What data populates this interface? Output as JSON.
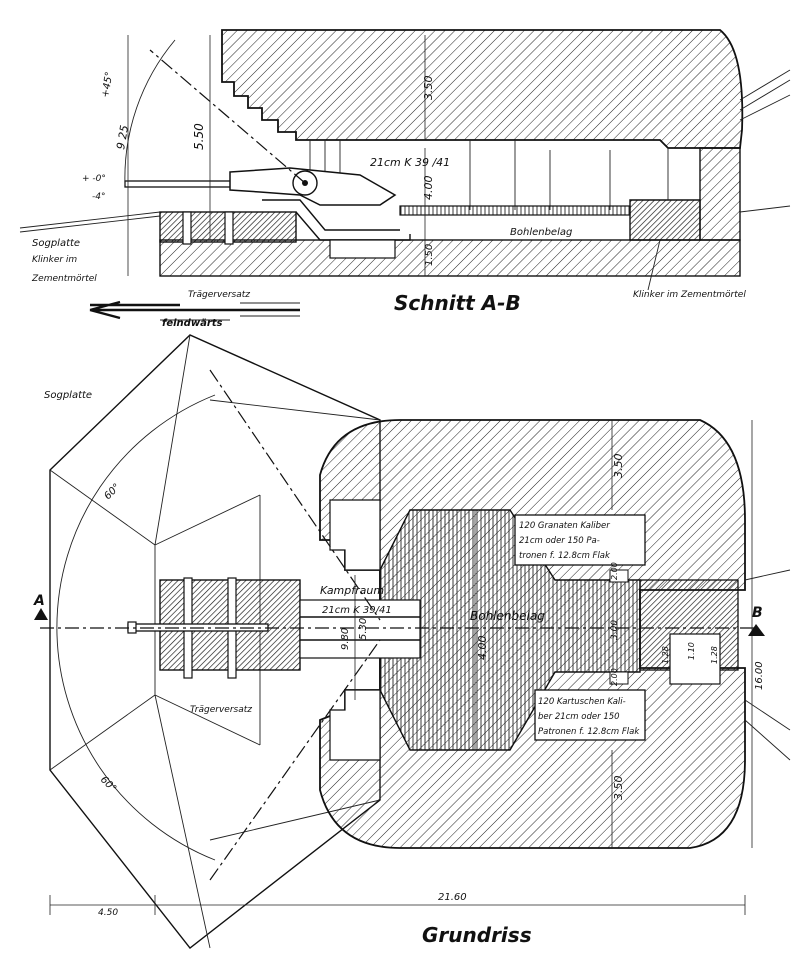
{
  "section": {
    "title": "Schnitt A-B",
    "gun": "21cm  K 39 /41",
    "elev_top": "+45°",
    "elev_zero": "+ -0°",
    "elev_bottom": "-4°",
    "arc_label": "9 25",
    "h_total": "5.50",
    "h_roof": "3.50",
    "h_chamber": "4.00",
    "h_floor": "1.50",
    "floor_label": "Bohlenbelag",
    "sogplatte": "Sogplatte",
    "klinker_l1": "Klinker im",
    "klinker_l2": "Zementmörtel",
    "traeger": "Trägerversatz",
    "klinker_right": "Klinker im Zementmörtel",
    "feindwaerts": "feindwärts"
  },
  "plan": {
    "title": "Grundriss",
    "sogplatte": "Sogplatte",
    "angle_top": "60°",
    "angle_bottom": "60°",
    "kampfraum": "Kampfraum",
    "gun": "21cm  K 39/41",
    "floor_label": "Bohlenbelag",
    "dim_980": "9.80",
    "dim_530": "5.30",
    "dim_400": "4.00",
    "dim_350_top": "3.50",
    "dim_350_bottom": "3.50",
    "dim_1600": "16.00",
    "dim_2160": "21.60",
    "dim_450": "4.50",
    "dim_300": "3.00",
    "dim_200_top": "2.00",
    "dim_200_bottom": "2.00",
    "dim_128_l": "1.28",
    "dim_128_r": "1.28",
    "dim_110": "1.10",
    "magazine_top_l1": "120 Granaten Kaliber",
    "magazine_top_l2": "21cm oder 150 Pa-",
    "magazine_top_l3": "tronen f. 12.8cm Flak",
    "magazine_bottom_l1": "120 Kartuschen Kali-",
    "magazine_bottom_l2": "ber 21cm oder 150",
    "magazine_bottom_l3": "Patronen f. 12.8cm Flak",
    "traeger": "Trägerversatz",
    "marker_a": "A",
    "marker_b": "B"
  }
}
